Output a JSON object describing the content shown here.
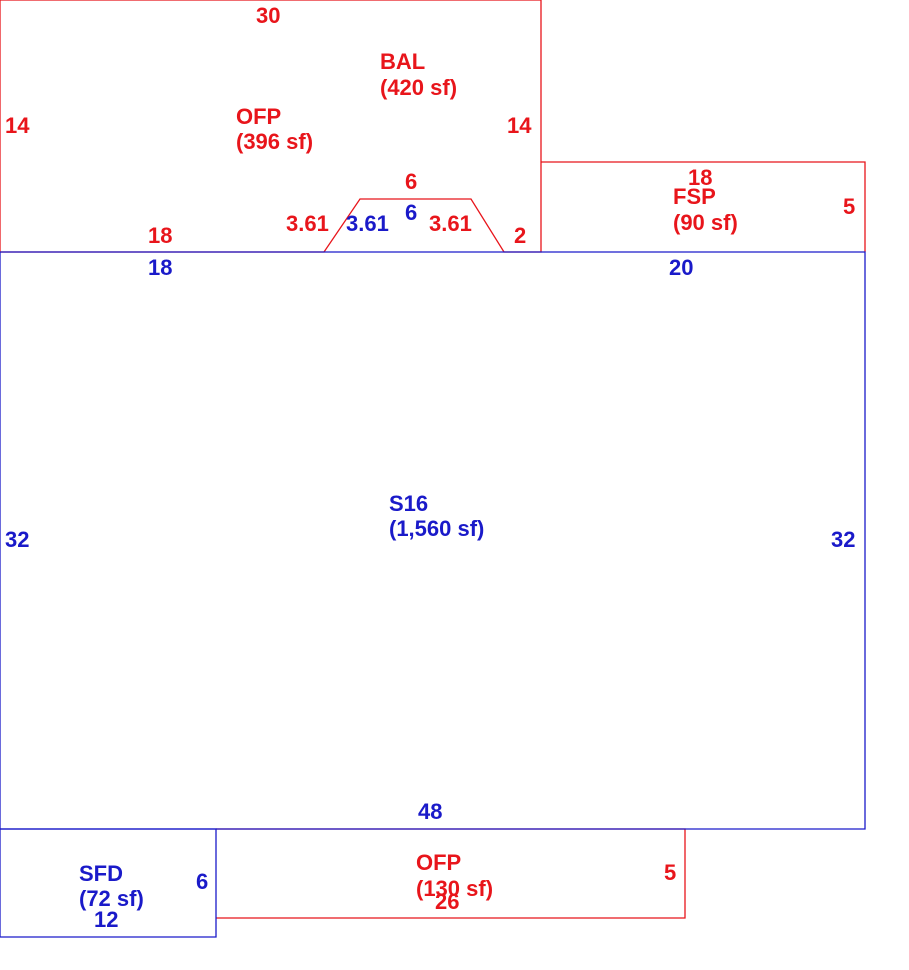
{
  "colors": {
    "red": "#e8151b",
    "blue": "#1a1ac9",
    "background": "#ffffff"
  },
  "areas": {
    "bal": {
      "code": "BAL",
      "area": "(420 sf)"
    },
    "ofp_top": {
      "code": "OFP",
      "area": "(396 sf)"
    },
    "fsp": {
      "code": "FSP",
      "area": "(90 sf)"
    },
    "s16": {
      "code": "S16",
      "area": "(1,560 sf)"
    },
    "sfd": {
      "code": "SFD",
      "area": "(72 sf)"
    },
    "ofp_bottom": {
      "code": "OFP",
      "area": "(130 sf)"
    }
  },
  "dimensions": {
    "top_30": "30",
    "left_14": "14",
    "right_14": "14",
    "bal_18": "18",
    "angle_left_red": "3.61",
    "angle_mid_blue": "3.61",
    "angle_right_red": "3.61",
    "bay_top_6": "6",
    "bay_inner_6": "6",
    "bay_2": "2",
    "fsp_top_18": "18",
    "fsp_right_5": "5",
    "s16_top_18": "18",
    "s16_top_20": "20",
    "s16_left_32": "32",
    "s16_right_32": "32",
    "s16_bottom_48": "48",
    "sfd_6": "6",
    "sfd_12": "12",
    "ofp_bottom_5": "5",
    "ofp_bottom_26": "26"
  }
}
